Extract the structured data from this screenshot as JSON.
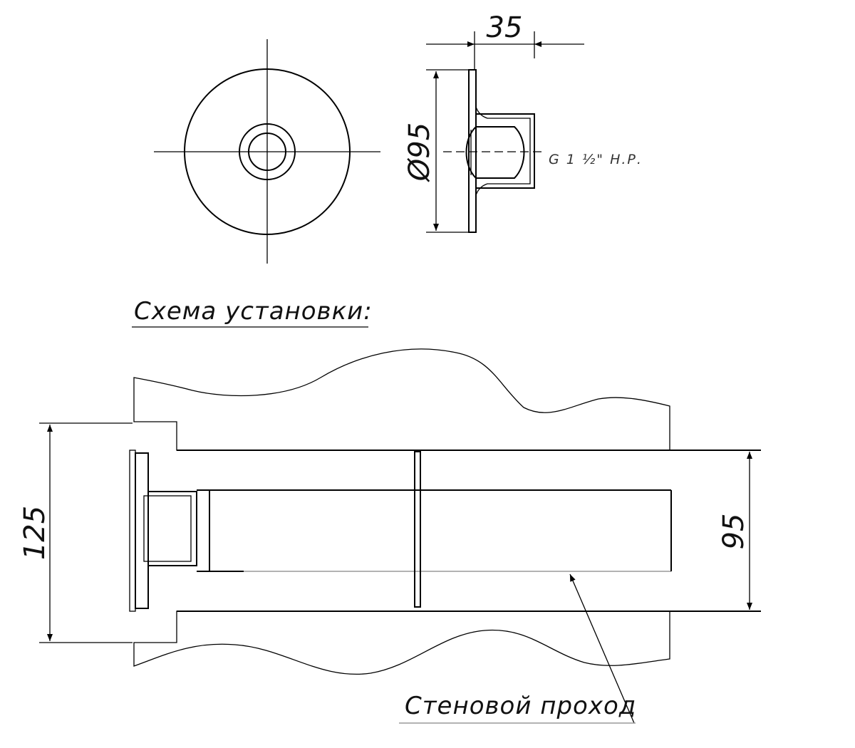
{
  "front_view": {
    "dim_width": "35",
    "dim_diameter": "Ø95",
    "thread_label": "G 1 ½\" Н.Р."
  },
  "section_title": "Схема установки:",
  "install_view": {
    "dim_left": "125",
    "dim_right": "95",
    "callout": "Стеновой проход"
  },
  "colors": {
    "line": "#000000",
    "leader": "#9a9a9a",
    "concrete_dots": "#000000"
  }
}
